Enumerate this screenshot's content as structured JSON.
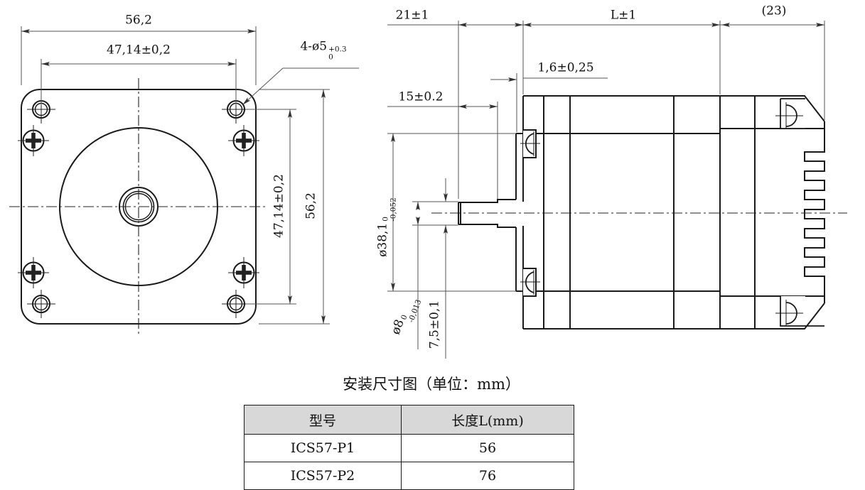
{
  "front_view": {
    "dim_outer_width": "56,2",
    "dim_hole_spacing_h": "47,14±0,2",
    "hole_callout": {
      "base": "4-ø5",
      "upper": "+0.3",
      "lower": "0"
    },
    "dim_hole_spacing_v": "47,14±0,2",
    "dim_outer_height": "56,2"
  },
  "side_view": {
    "dim_shaft_length": "21±1",
    "dim_body_length": "L±1",
    "dim_rear_length": "(23)",
    "dim_boss_thickness": "1,6±0,25",
    "dim_flat_length": "15±0.2",
    "dim_pilot_dia": {
      "base": "ø38,1",
      "upper": "0",
      "lower": "-0,052"
    },
    "dim_shaft_dia": {
      "base": "ø8",
      "upper": "0",
      "lower": "-0,013"
    },
    "dim_flat_height": "7,5±0,1"
  },
  "caption": "安装尺寸图（单位：mm）",
  "table": {
    "headers": [
      "型号",
      "长度L(mm)"
    ],
    "rows": [
      [
        "ICS57-P1",
        "56"
      ],
      [
        "ICS57-P2",
        "76"
      ]
    ]
  },
  "colors": {
    "object_line": "#1a1a1a",
    "dim_line": "#555555",
    "table_header_bg": "#d8d8d8"
  }
}
